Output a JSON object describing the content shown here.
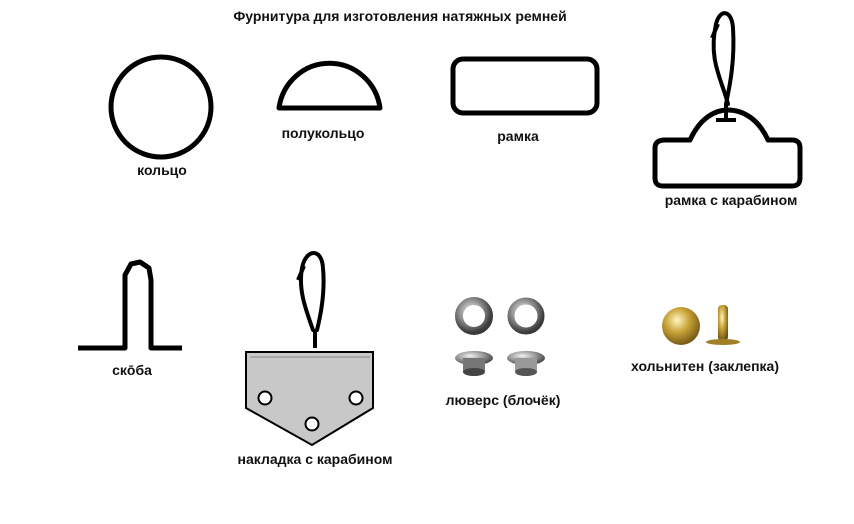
{
  "title": "Фурнитура для изготовления натяжных ремней",
  "items": [
    {
      "label": "кольцо"
    },
    {
      "label": "полукольцо"
    },
    {
      "label": "рамка"
    },
    {
      "label": "рамка с карабином"
    },
    {
      "label": "скōба"
    },
    {
      "label": "накладка с карабином"
    },
    {
      "label": "люверс (блочёк)"
    },
    {
      "label": "хольнитен (заклепка)"
    }
  ],
  "colors": {
    "stroke": "#000000",
    "plate": "#c8c8c8",
    "metal": "#8a8a8a",
    "gold": "#b8962e"
  }
}
